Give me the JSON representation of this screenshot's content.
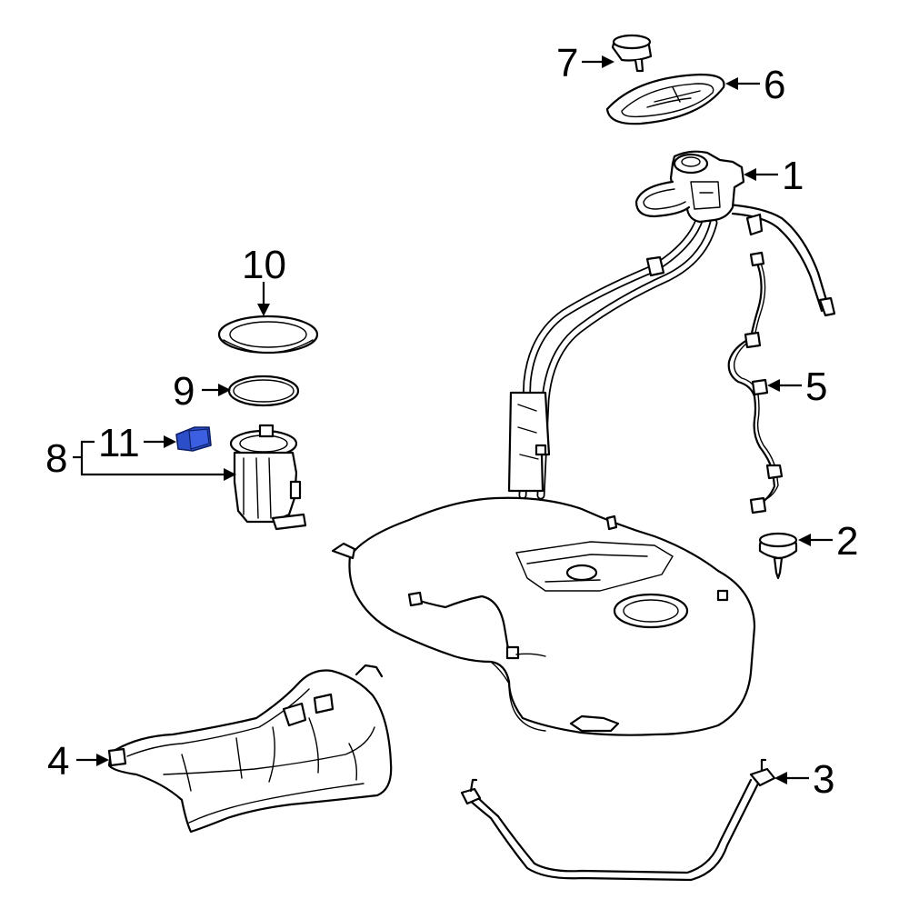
{
  "callouts": {
    "c1": "1",
    "c2": "2",
    "c3": "3",
    "c4": "4",
    "c5": "5",
    "c6": "6",
    "c7": "7",
    "c8": "8",
    "c9": "9",
    "c10": "10",
    "c11": "11"
  },
  "colors": {
    "highlight": "#2c4fc9",
    "stroke": "#000000",
    "background": "#ffffff"
  }
}
